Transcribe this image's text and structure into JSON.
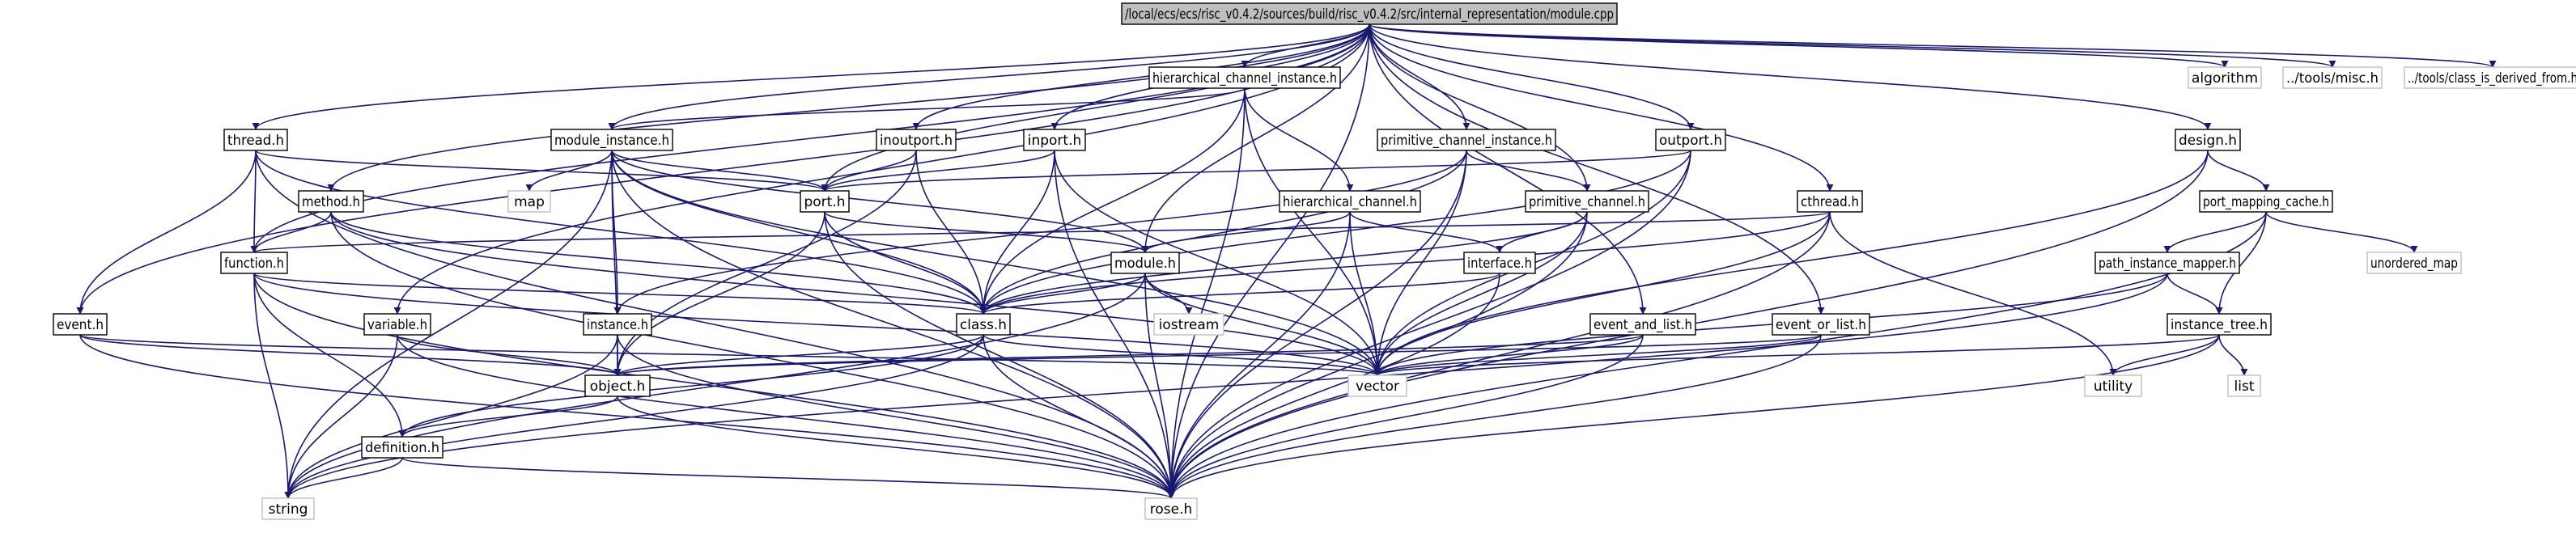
{
  "colors": {
    "edge": "#191970",
    "root_fill": "#bfbfbf",
    "node_border": "#000000",
    "system_border": "#bfbfbf",
    "text": "#000000"
  },
  "root": {
    "id": "module_cpp",
    "label": "/local/ecs/ecs/risc_v0.4.2/sources/build/risc_v0.4.2/src/internal_representation/module.cpp"
  },
  "nodes": [
    {
      "id": "hier_ch_inst",
      "label": "hierarchical_channel_instance.h",
      "kind": "local"
    },
    {
      "id": "algorithm",
      "label": "algorithm",
      "kind": "system"
    },
    {
      "id": "tools_misc",
      "label": "../tools/misc.h",
      "kind": "system"
    },
    {
      "id": "tools_class",
      "label": "../tools/class_is_derived_from.h",
      "kind": "system"
    },
    {
      "id": "thread_h",
      "label": "thread.h",
      "kind": "local"
    },
    {
      "id": "module_instance",
      "label": "module_instance.h",
      "kind": "local"
    },
    {
      "id": "inoutport",
      "label": "inoutport.h",
      "kind": "local"
    },
    {
      "id": "inport",
      "label": "inport.h",
      "kind": "local"
    },
    {
      "id": "prim_ch_inst",
      "label": "primitive_channel_instance.h",
      "kind": "local"
    },
    {
      "id": "outport",
      "label": "outport.h",
      "kind": "local"
    },
    {
      "id": "design",
      "label": "design.h",
      "kind": "local"
    },
    {
      "id": "method",
      "label": "method.h",
      "kind": "local"
    },
    {
      "id": "map",
      "label": "map",
      "kind": "system"
    },
    {
      "id": "port",
      "label": "port.h",
      "kind": "local"
    },
    {
      "id": "hier_ch",
      "label": "hierarchical_channel.h",
      "kind": "local"
    },
    {
      "id": "prim_ch",
      "label": "primitive_channel.h",
      "kind": "local"
    },
    {
      "id": "cthread",
      "label": "cthread.h",
      "kind": "local"
    },
    {
      "id": "port_map_cache",
      "label": "port_mapping_cache.h",
      "kind": "local"
    },
    {
      "id": "function",
      "label": "function.h",
      "kind": "local"
    },
    {
      "id": "module_h",
      "label": "module.h",
      "kind": "local"
    },
    {
      "id": "interface",
      "label": "interface.h",
      "kind": "local"
    },
    {
      "id": "path_inst_map",
      "label": "path_instance_mapper.h",
      "kind": "local"
    },
    {
      "id": "unordered_map",
      "label": "unordered_map",
      "kind": "system"
    },
    {
      "id": "event",
      "label": "event.h",
      "kind": "local"
    },
    {
      "id": "variable",
      "label": "variable.h",
      "kind": "local"
    },
    {
      "id": "instance",
      "label": "instance.h",
      "kind": "local"
    },
    {
      "id": "class_h",
      "label": "class.h",
      "kind": "local"
    },
    {
      "id": "iostream",
      "label": "iostream",
      "kind": "system"
    },
    {
      "id": "event_and_list",
      "label": "event_and_list.h",
      "kind": "local"
    },
    {
      "id": "event_or_list",
      "label": "event_or_list.h",
      "kind": "local"
    },
    {
      "id": "instance_tree",
      "label": "instance_tree.h",
      "kind": "local"
    },
    {
      "id": "object",
      "label": "object.h",
      "kind": "local"
    },
    {
      "id": "vector",
      "label": "vector",
      "kind": "system"
    },
    {
      "id": "utility",
      "label": "utility",
      "kind": "system"
    },
    {
      "id": "list",
      "label": "list",
      "kind": "system"
    },
    {
      "id": "definition",
      "label": "definition.h",
      "kind": "local"
    },
    {
      "id": "string",
      "label": "string",
      "kind": "system"
    },
    {
      "id": "rose",
      "label": "rose.h",
      "kind": "system"
    }
  ],
  "edges": [
    [
      "module_cpp",
      "hier_ch_inst"
    ],
    [
      "module_cpp",
      "algorithm"
    ],
    [
      "module_cpp",
      "tools_misc"
    ],
    [
      "module_cpp",
      "tools_class"
    ],
    [
      "module_cpp",
      "thread_h"
    ],
    [
      "module_cpp",
      "module_instance"
    ],
    [
      "module_cpp",
      "inoutport"
    ],
    [
      "module_cpp",
      "inport"
    ],
    [
      "module_cpp",
      "prim_ch_inst"
    ],
    [
      "module_cpp",
      "outport"
    ],
    [
      "module_cpp",
      "design"
    ],
    [
      "module_cpp",
      "method"
    ],
    [
      "module_cpp",
      "port"
    ],
    [
      "module_cpp",
      "cthread"
    ],
    [
      "module_cpp",
      "function"
    ],
    [
      "module_cpp",
      "module_h"
    ],
    [
      "module_cpp",
      "prim_ch"
    ],
    [
      "module_cpp",
      "event"
    ],
    [
      "module_cpp",
      "variable"
    ],
    [
      "module_cpp",
      "event_and_list"
    ],
    [
      "module_cpp",
      "event_or_list"
    ],
    [
      "module_cpp",
      "rose"
    ],
    [
      "hier_ch_inst",
      "module_instance"
    ],
    [
      "hier_ch_inst",
      "hier_ch"
    ],
    [
      "hier_ch_inst",
      "class_h"
    ],
    [
      "hier_ch_inst",
      "vector"
    ],
    [
      "hier_ch_inst",
      "rose"
    ],
    [
      "thread_h",
      "port"
    ],
    [
      "thread_h",
      "function"
    ],
    [
      "thread_h",
      "event"
    ],
    [
      "thread_h",
      "class_h"
    ],
    [
      "thread_h",
      "rose"
    ],
    [
      "module_instance",
      "port"
    ],
    [
      "module_instance",
      "map"
    ],
    [
      "module_instance",
      "module_h"
    ],
    [
      "module_instance",
      "instance"
    ],
    [
      "module_instance",
      "class_h"
    ],
    [
      "module_instance",
      "object"
    ],
    [
      "module_instance",
      "vector"
    ],
    [
      "module_instance",
      "string"
    ],
    [
      "module_instance",
      "rose"
    ],
    [
      "inoutport",
      "port"
    ],
    [
      "inoutport",
      "class_h"
    ],
    [
      "inoutport",
      "object"
    ],
    [
      "inport",
      "port"
    ],
    [
      "inport",
      "class_h"
    ],
    [
      "inport",
      "vector"
    ],
    [
      "inport",
      "rose"
    ],
    [
      "prim_ch_inst",
      "prim_ch"
    ],
    [
      "prim_ch_inst",
      "instance"
    ],
    [
      "prim_ch_inst",
      "class_h"
    ],
    [
      "prim_ch_inst",
      "vector"
    ],
    [
      "prim_ch_inst",
      "rose"
    ],
    [
      "outport",
      "port"
    ],
    [
      "outport",
      "class_h"
    ],
    [
      "outport",
      "vector"
    ],
    [
      "outport",
      "rose"
    ],
    [
      "design",
      "port_map_cache"
    ],
    [
      "design",
      "vector"
    ],
    [
      "design",
      "rose"
    ],
    [
      "method",
      "function"
    ],
    [
      "method",
      "class_h"
    ],
    [
      "method",
      "vector"
    ],
    [
      "method",
      "rose"
    ],
    [
      "port",
      "module_h"
    ],
    [
      "port",
      "class_h"
    ],
    [
      "port",
      "object"
    ],
    [
      "port",
      "rose"
    ],
    [
      "hier_ch",
      "module_h"
    ],
    [
      "hier_ch",
      "interface"
    ],
    [
      "hier_ch",
      "vector"
    ],
    [
      "hier_ch",
      "rose"
    ],
    [
      "prim_ch",
      "interface"
    ],
    [
      "prim_ch",
      "class_h"
    ],
    [
      "prim_ch",
      "vector"
    ],
    [
      "prim_ch",
      "rose"
    ],
    [
      "cthread",
      "function"
    ],
    [
      "cthread",
      "class_h"
    ],
    [
      "cthread",
      "utility"
    ],
    [
      "cthread",
      "vector"
    ],
    [
      "cthread",
      "rose"
    ],
    [
      "port_map_cache",
      "path_inst_map"
    ],
    [
      "port_map_cache",
      "instance_tree"
    ],
    [
      "port_map_cache",
      "unordered_map"
    ],
    [
      "port_map_cache",
      "rose"
    ],
    [
      "function",
      "definition"
    ],
    [
      "function",
      "class_h"
    ],
    [
      "function",
      "vector"
    ],
    [
      "function",
      "string"
    ],
    [
      "function",
      "rose"
    ],
    [
      "module_h",
      "class_h"
    ],
    [
      "module_h",
      "iostream"
    ],
    [
      "module_h",
      "vector"
    ],
    [
      "module_h",
      "string"
    ],
    [
      "module_h",
      "rose"
    ],
    [
      "interface",
      "class_h"
    ],
    [
      "interface",
      "rose"
    ],
    [
      "path_inst_map",
      "instance_tree"
    ],
    [
      "path_inst_map",
      "vector"
    ],
    [
      "path_inst_map",
      "string"
    ],
    [
      "event",
      "object"
    ],
    [
      "event",
      "vector"
    ],
    [
      "event",
      "rose"
    ],
    [
      "variable",
      "object"
    ],
    [
      "variable",
      "string"
    ],
    [
      "variable",
      "rose"
    ],
    [
      "instance",
      "object"
    ],
    [
      "instance",
      "string"
    ],
    [
      "instance",
      "rose"
    ],
    [
      "class_h",
      "object"
    ],
    [
      "class_h",
      "definition"
    ],
    [
      "class_h",
      "vector"
    ],
    [
      "class_h",
      "string"
    ],
    [
      "class_h",
      "rose"
    ],
    [
      "event_and_list",
      "object"
    ],
    [
      "event_and_list",
      "vector"
    ],
    [
      "event_and_list",
      "rose"
    ],
    [
      "event_or_list",
      "object"
    ],
    [
      "event_or_list",
      "vector"
    ],
    [
      "event_or_list",
      "rose"
    ],
    [
      "instance_tree",
      "utility"
    ],
    [
      "instance_tree",
      "list"
    ],
    [
      "instance_tree",
      "vector"
    ],
    [
      "instance_tree",
      "rose"
    ],
    [
      "object",
      "definition"
    ],
    [
      "object",
      "rose"
    ],
    [
      "definition",
      "string"
    ],
    [
      "definition",
      "rose"
    ]
  ]
}
